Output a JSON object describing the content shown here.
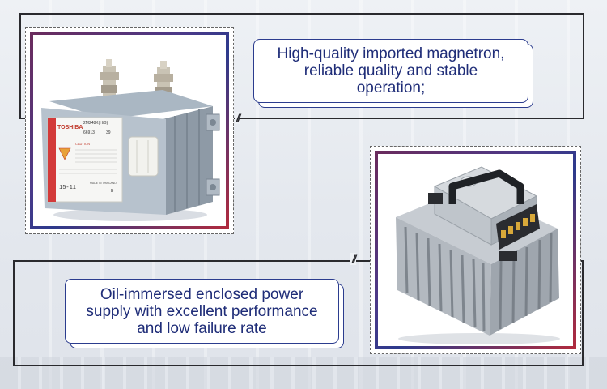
{
  "callouts": {
    "magnetron": {
      "lines": [
        "High-quality imported magnetron,",
        "reliable quality and stable",
        "operation;"
      ]
    },
    "power_supply": {
      "lines": [
        "Oil-immersed enclosed power",
        "supply with excellent performance",
        "and low failure rate"
      ]
    }
  },
  "magnetron_label": {
    "brand": "TOSHIBA",
    "model": "2M248K(H/B)",
    "code": "66913",
    "num": "39",
    "date": "15-11",
    "caution": "CAUTION",
    "made_in": "MADE IN THAILAND",
    "suffix": "B"
  },
  "colors": {
    "callout_text": "#1f2d78",
    "frame_gradient": [
      "#6b2b5c",
      "#2d3a8c",
      "#b22a3c"
    ]
  }
}
